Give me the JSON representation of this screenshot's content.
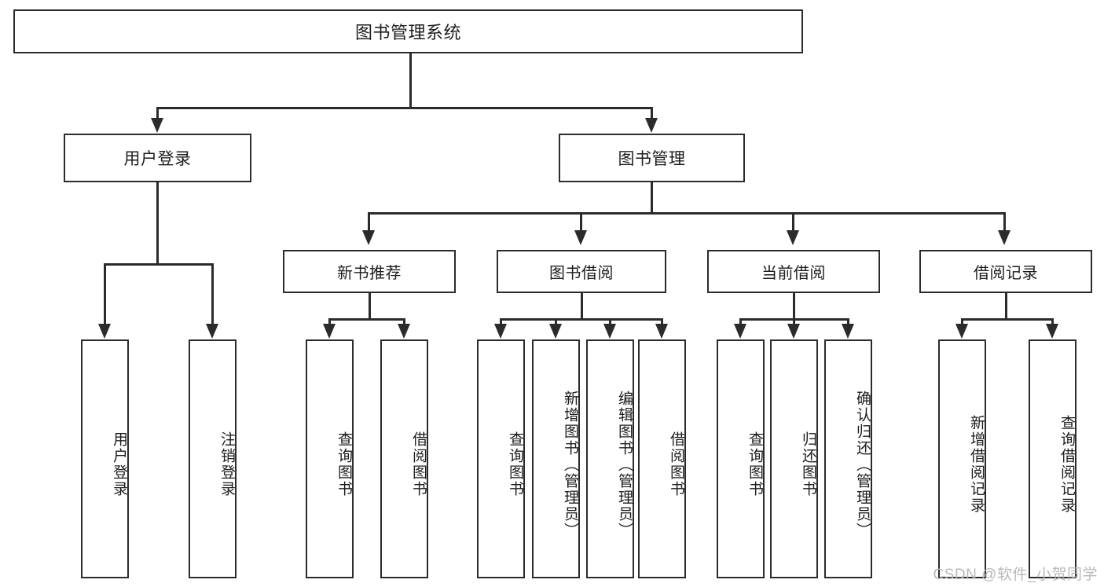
{
  "diagram": {
    "title": "图书管理系统",
    "watermark": "CSDN @软件_小贺同学",
    "root": {
      "label": "图书管理系统"
    },
    "level2": [
      {
        "label": "用户登录"
      },
      {
        "label": "图书管理"
      }
    ],
    "level3": [
      {
        "label": "新书推荐"
      },
      {
        "label": "图书借阅"
      },
      {
        "label": "当前借阅"
      },
      {
        "label": "借阅记录"
      }
    ],
    "leaves": {
      "user_login": [
        {
          "label": "用户登录"
        },
        {
          "label": "注销登录"
        }
      ],
      "new_book": [
        {
          "label": "查询图书"
        },
        {
          "label": "借阅图书"
        }
      ],
      "book_borrow": [
        {
          "label": "查询图书"
        },
        {
          "label": "新增图书（管理员）"
        },
        {
          "label": "编辑图书（管理员）"
        },
        {
          "label": "借阅图书"
        }
      ],
      "current_borrow": [
        {
          "label": "查询图书"
        },
        {
          "label": "归还图书"
        },
        {
          "label": "确认归还（管理员）"
        }
      ],
      "borrow_record": [
        {
          "label": "新增借阅记录"
        },
        {
          "label": "查询借阅记录"
        }
      ]
    }
  },
  "colors": {
    "stroke": "#2b2b2b",
    "fill": "#ffffff",
    "text": "#1d1d1d",
    "watermark": "#b9b9b9"
  }
}
